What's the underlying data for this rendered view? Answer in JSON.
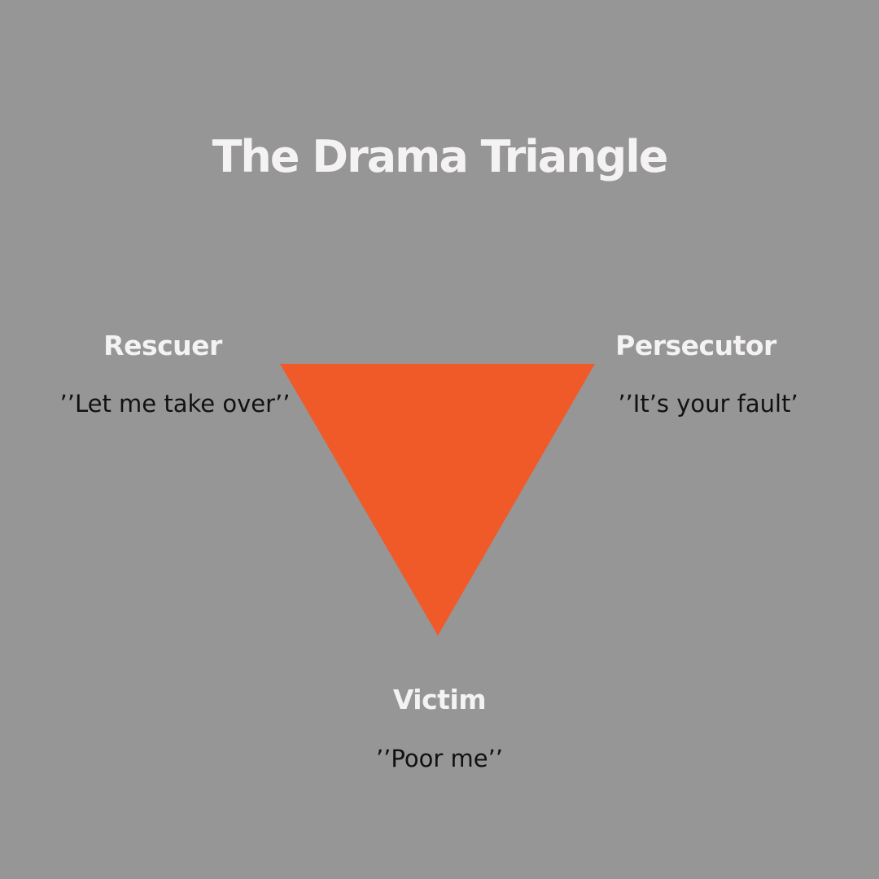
{
  "title": "The Drama Triangle",
  "colors": {
    "background": "#969696",
    "triangle": "#f05a28",
    "heading_text": "#f4f2f2",
    "quote_text": "#111111"
  },
  "roles": {
    "rescuer": {
      "name": "Rescuer",
      "quote": "’’Let me take over’’"
    },
    "persecutor": {
      "name": "Persecutor",
      "quote": "’’It’s your fault’"
    },
    "victim": {
      "name": "Victim",
      "quote": "’’Poor me’’"
    }
  }
}
